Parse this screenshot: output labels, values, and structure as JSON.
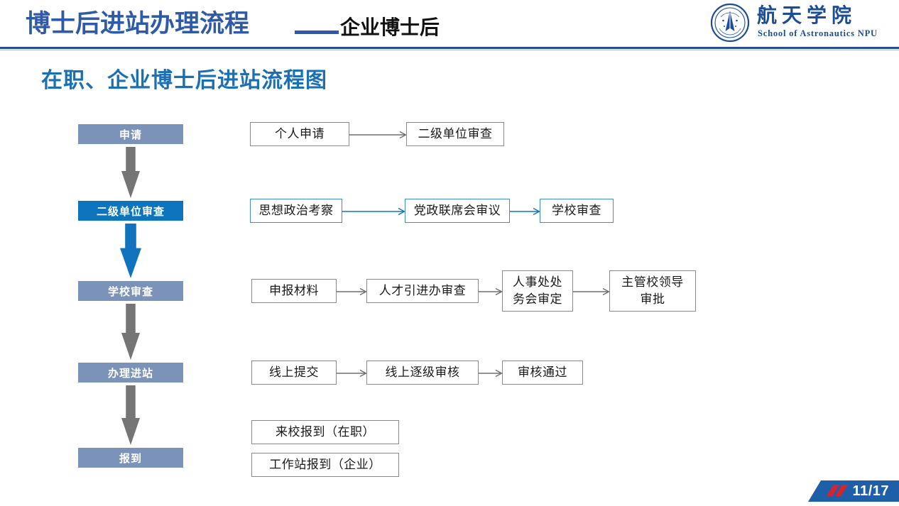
{
  "header": {
    "title_main": "博士后进站办理流程",
    "title_dash": "——",
    "title_sub": "企业博士后",
    "logo_cn": "航天学院",
    "logo_en": "School of Astronautics NPU",
    "logo_icon": "university-emblem-icon"
  },
  "section": {
    "title": "在职、企业博士后进站流程图"
  },
  "colors": {
    "title_blue": "#2e5aa8",
    "section_blue": "#1a6fb5",
    "stage_grey_blue": "#7b93b8",
    "stage_bright_blue": "#0d75bd",
    "arrow_grey": "#757575",
    "arrow_blue": "#1173bd",
    "node_border_grey": "#8a8a8a",
    "node_border_blue": "#3f8fd0",
    "rule_navy": "#2e4d8e",
    "badge_blue": "#1f5fa8",
    "badge_red": "#d8232a"
  },
  "flow": {
    "stages": [
      {
        "label": "申请",
        "style": "grey"
      },
      {
        "label": "二级单位审查",
        "style": "blue"
      },
      {
        "label": "学校审查",
        "style": "grey"
      },
      {
        "label": "办理进站",
        "style": "grey"
      },
      {
        "label": "报到",
        "style": "grey"
      }
    ],
    "rows": [
      {
        "name": "application-row",
        "arrow_color": "grey",
        "nodes": [
          {
            "lines": [
              "个人申请"
            ],
            "border": "grey"
          },
          {
            "lines": [
              "二级单位审查"
            ],
            "border": "grey"
          }
        ]
      },
      {
        "name": "department-review-row",
        "arrow_color": "blue",
        "nodes": [
          {
            "lines": [
              "思想政治考察"
            ],
            "border": "blue"
          },
          {
            "lines": [
              "党政联席会审议"
            ],
            "border": "blue"
          },
          {
            "lines": [
              "学校审查"
            ],
            "border": "blue"
          }
        ]
      },
      {
        "name": "school-review-row",
        "arrow_color": "grey",
        "nodes": [
          {
            "lines": [
              "申报材料"
            ],
            "border": "grey"
          },
          {
            "lines": [
              "人才引进办审查"
            ],
            "border": "grey"
          },
          {
            "lines": [
              "人事处处",
              "务会审定"
            ],
            "border": "grey"
          },
          {
            "lines": [
              "主管校领导",
              "审批"
            ],
            "border": "grey"
          }
        ]
      },
      {
        "name": "entry-processing-row",
        "arrow_color": "grey",
        "nodes": [
          {
            "lines": [
              "线上提交"
            ],
            "border": "grey"
          },
          {
            "lines": [
              "线上逐级审核"
            ],
            "border": "grey"
          },
          {
            "lines": [
              "审核通过"
            ],
            "border": "grey"
          }
        ]
      },
      {
        "name": "report-row",
        "arrow_color": "none",
        "nodes": [
          {
            "lines": [
              "来校报到（在职）"
            ],
            "border": "grey"
          },
          {
            "lines": [
              "工作站报到（企业）"
            ],
            "border": "grey"
          }
        ]
      }
    ]
  },
  "footer": {
    "page_number": "11/17"
  }
}
